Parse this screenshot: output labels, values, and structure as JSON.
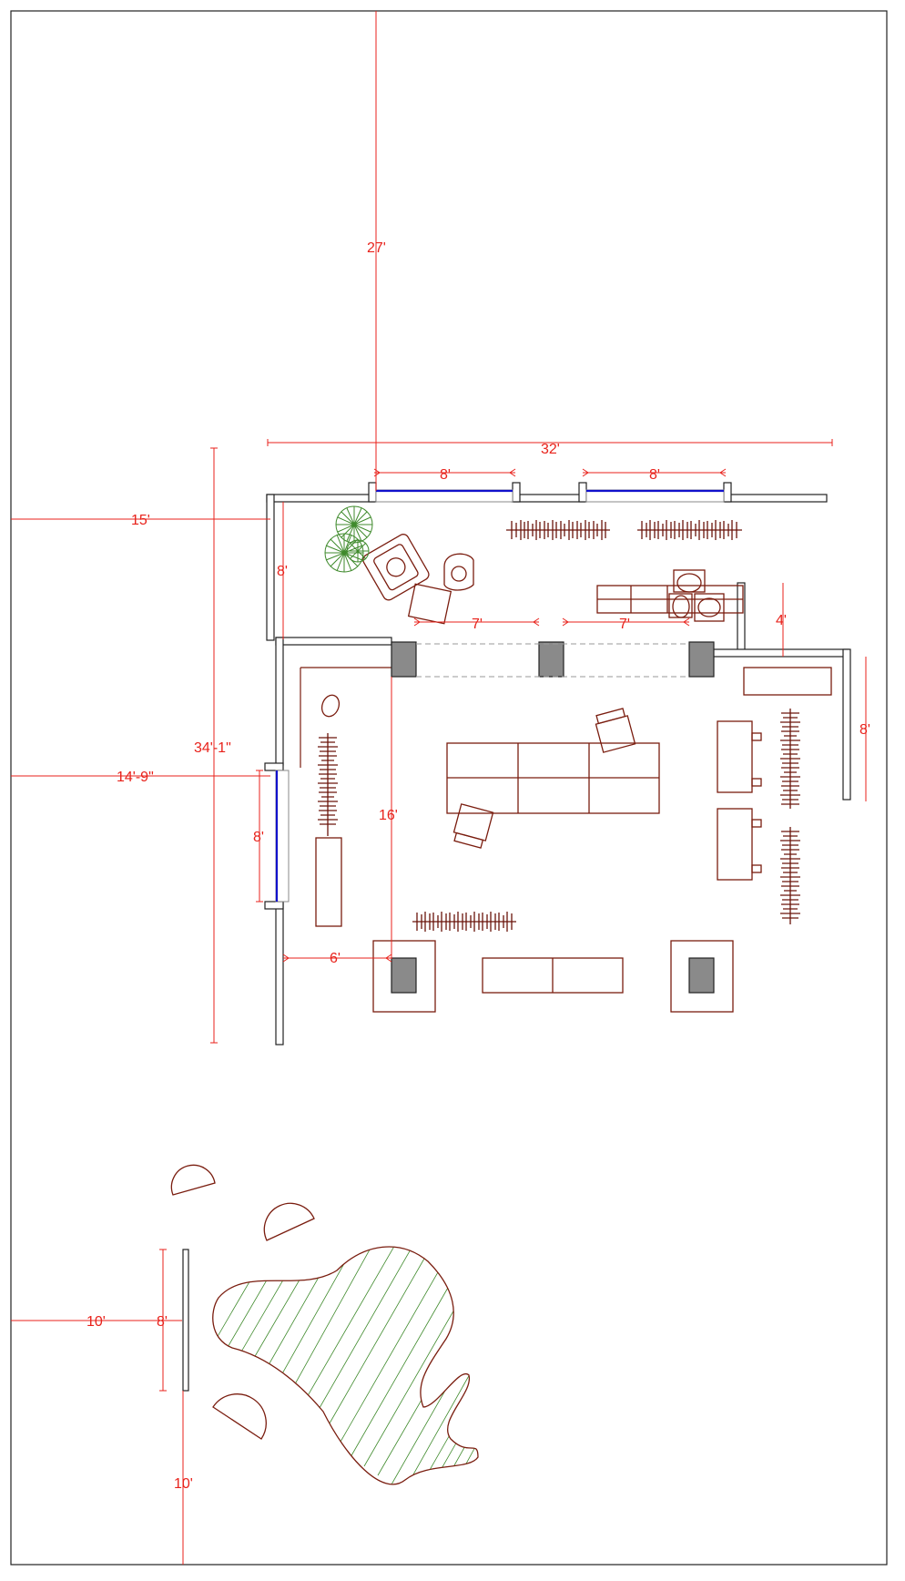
{
  "drawing": {
    "colors": {
      "dimension": "#e8221b",
      "furniture": "#7a1d0f",
      "window": "#1111cc",
      "planting": "#3f8a2c",
      "column": "#8a8a8a"
    },
    "dimensions": {
      "top_27": "27'",
      "overall_32": "32'",
      "window_top_left_8": "8'",
      "window_top_right_8": "8'",
      "left_15": "15'",
      "vertical_8": "8'",
      "overall_34_1": "34'-1\"",
      "span_7_left": "7'",
      "span_7_right": "7'",
      "right_4": "4'",
      "right_8": "8'",
      "left_14_9": "14'-9\"",
      "window_left_8": "8'",
      "depth_16": "16'",
      "offset_6": "6'",
      "bottom_10_horizontal": "10'",
      "bottom_8": "8'",
      "bottom_10_vertical": "10'"
    }
  }
}
